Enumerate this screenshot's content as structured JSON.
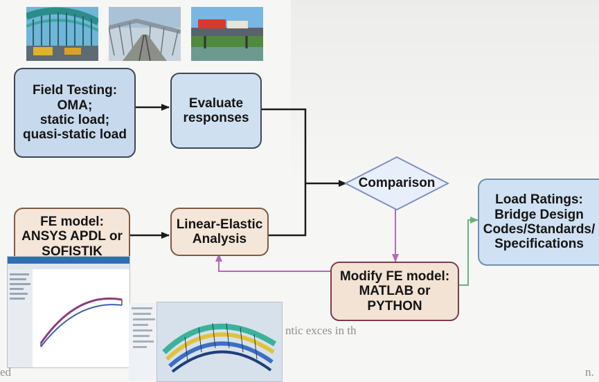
{
  "nodes": {
    "field_testing": "Field Testing:\nOMA;\nstatic load;\nquasi-static load",
    "evaluate": "Evaluate\nresponses",
    "comparison": "Comparison",
    "fe_model": "FE model:\nANSYS APDL or\nSOFISTIK",
    "linear_elastic": "Linear-Elastic\nAnalysis",
    "modify": "Modify FE model:\nMATLAB or\nPYTHON",
    "load_ratings": "Load Ratings:\nBridge Design\nCodes/Standards/\nSpecifications"
  },
  "photos": [
    "bridge-arch-photo",
    "bridge-deck-photo",
    "bridge-truck-photo"
  ],
  "screenshots": [
    "fe-software-screenshot",
    "fe-3d-model-screenshot"
  ],
  "colors": {
    "blue_box": "#c7d9ec",
    "peach_box": "#f4e6d8",
    "arrow_dark": "#1a1a1a",
    "arrow_purple": "#b06cb5",
    "arrow_green": "#6bb07a",
    "diamond_border": "#7d8fc6"
  },
  "footer": {
    "left_fragment": "ed",
    "middle_fragment": "ntic exces in th",
    "right_fragment": "n."
  }
}
